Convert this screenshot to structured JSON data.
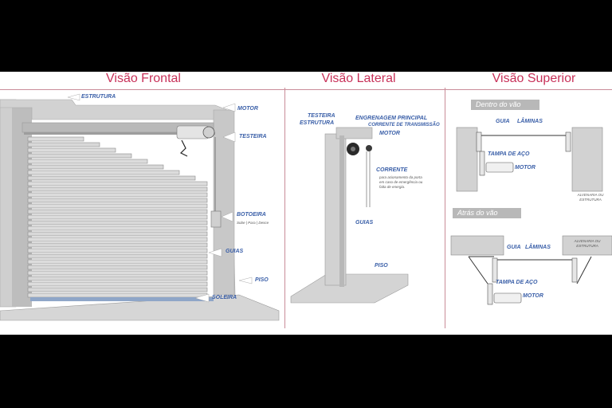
{
  "titles": {
    "frontal": "Visão Frontal",
    "lateral": "Visão Lateral",
    "superior": "Visão Superior"
  },
  "frontal": {
    "estrutura": "ESTRUTURA",
    "motor": "MOTOR",
    "testeira": "TESTEIRA",
    "botoeira": "BOTOEIRA",
    "botoeira_note": "Sobe | Para | Desce",
    "guias": "GUIAS",
    "piso": "PISO",
    "soleira": "SOLEIRA"
  },
  "lateral": {
    "testeira": "TESTEIRA",
    "estrutura": "ESTRUTURA",
    "engrenagem": "ENGRENAGEM PRINCIPAL",
    "corrente_transmissao": "CORRENTE DE TRANSMISSÃO",
    "motor": "MOTOR",
    "corrente": "CORRENTE",
    "corrente_note": "para acionamento da porta em caso de emergência ou falta de energia.",
    "guias": "GUIAS",
    "piso": "PISO"
  },
  "superior": {
    "dentro": "Dentro do vão",
    "atras": "Atrás do vão",
    "guia": "GUIA",
    "laminas": "LÂMINAS",
    "tampa": "TAMPA DE AÇO",
    "motor": "MOTOR",
    "alvenaria": "ALVENARIA OU ESTRUTURA"
  },
  "colors": {
    "title": "#c8325a",
    "label": "#3a5fa8",
    "divider": "#c98c98"
  }
}
